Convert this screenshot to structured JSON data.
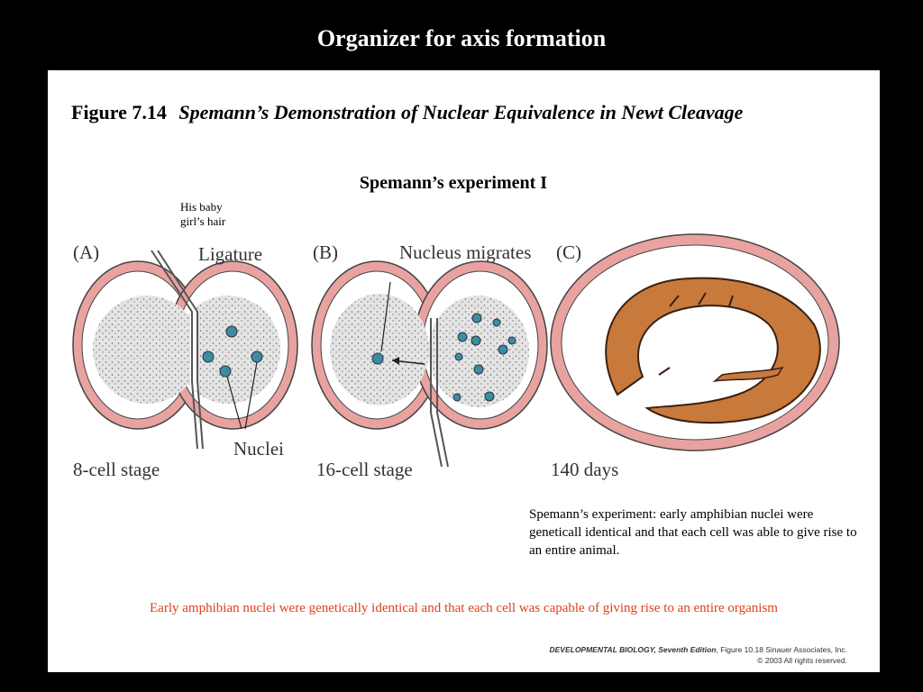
{
  "slide": {
    "title": "Organizer for axis formation"
  },
  "figure": {
    "number": "Figure 7.14",
    "caption": "Spemann’s Demonstration of Nuclear Equivalence in Newt Cleavage",
    "experiment_title": "Spemann’s experiment I",
    "note_lines": [
      "His baby",
      "girl’s hair"
    ],
    "labels": {
      "panel_a": "(A)",
      "panel_b": "(B)",
      "panel_c": "(C)",
      "ligature": "Ligature",
      "nucleus_migrates": "Nucleus migrates",
      "nuclei": "Nuclei",
      "stage_a": "8-cell stage",
      "stage_b": "16-cell stage",
      "stage_c": "140 days"
    },
    "description": "Spemann’s experiment: early amphibian nuclei were geneticall identical and that each cell was able to give rise to an entire animal.",
    "conclusion": "Early amphibian nuclei were genetically identical and that each cell was capable of giving rise to an entire organism",
    "credit": {
      "book": "DEVELOPMENTAL BIOLOGY, Seventh Edition",
      "figure": ", Figure 10.18",
      "publisher": " Sinauer Associates, Inc.",
      "copyright": "© 2003 All rights reserved."
    }
  },
  "colors": {
    "membrane": "#e8a3a0",
    "cell": "#dcdcdc",
    "nucleus": "#3f8ba0",
    "embryo": "#c87a3c",
    "accent": "#e0401a"
  }
}
